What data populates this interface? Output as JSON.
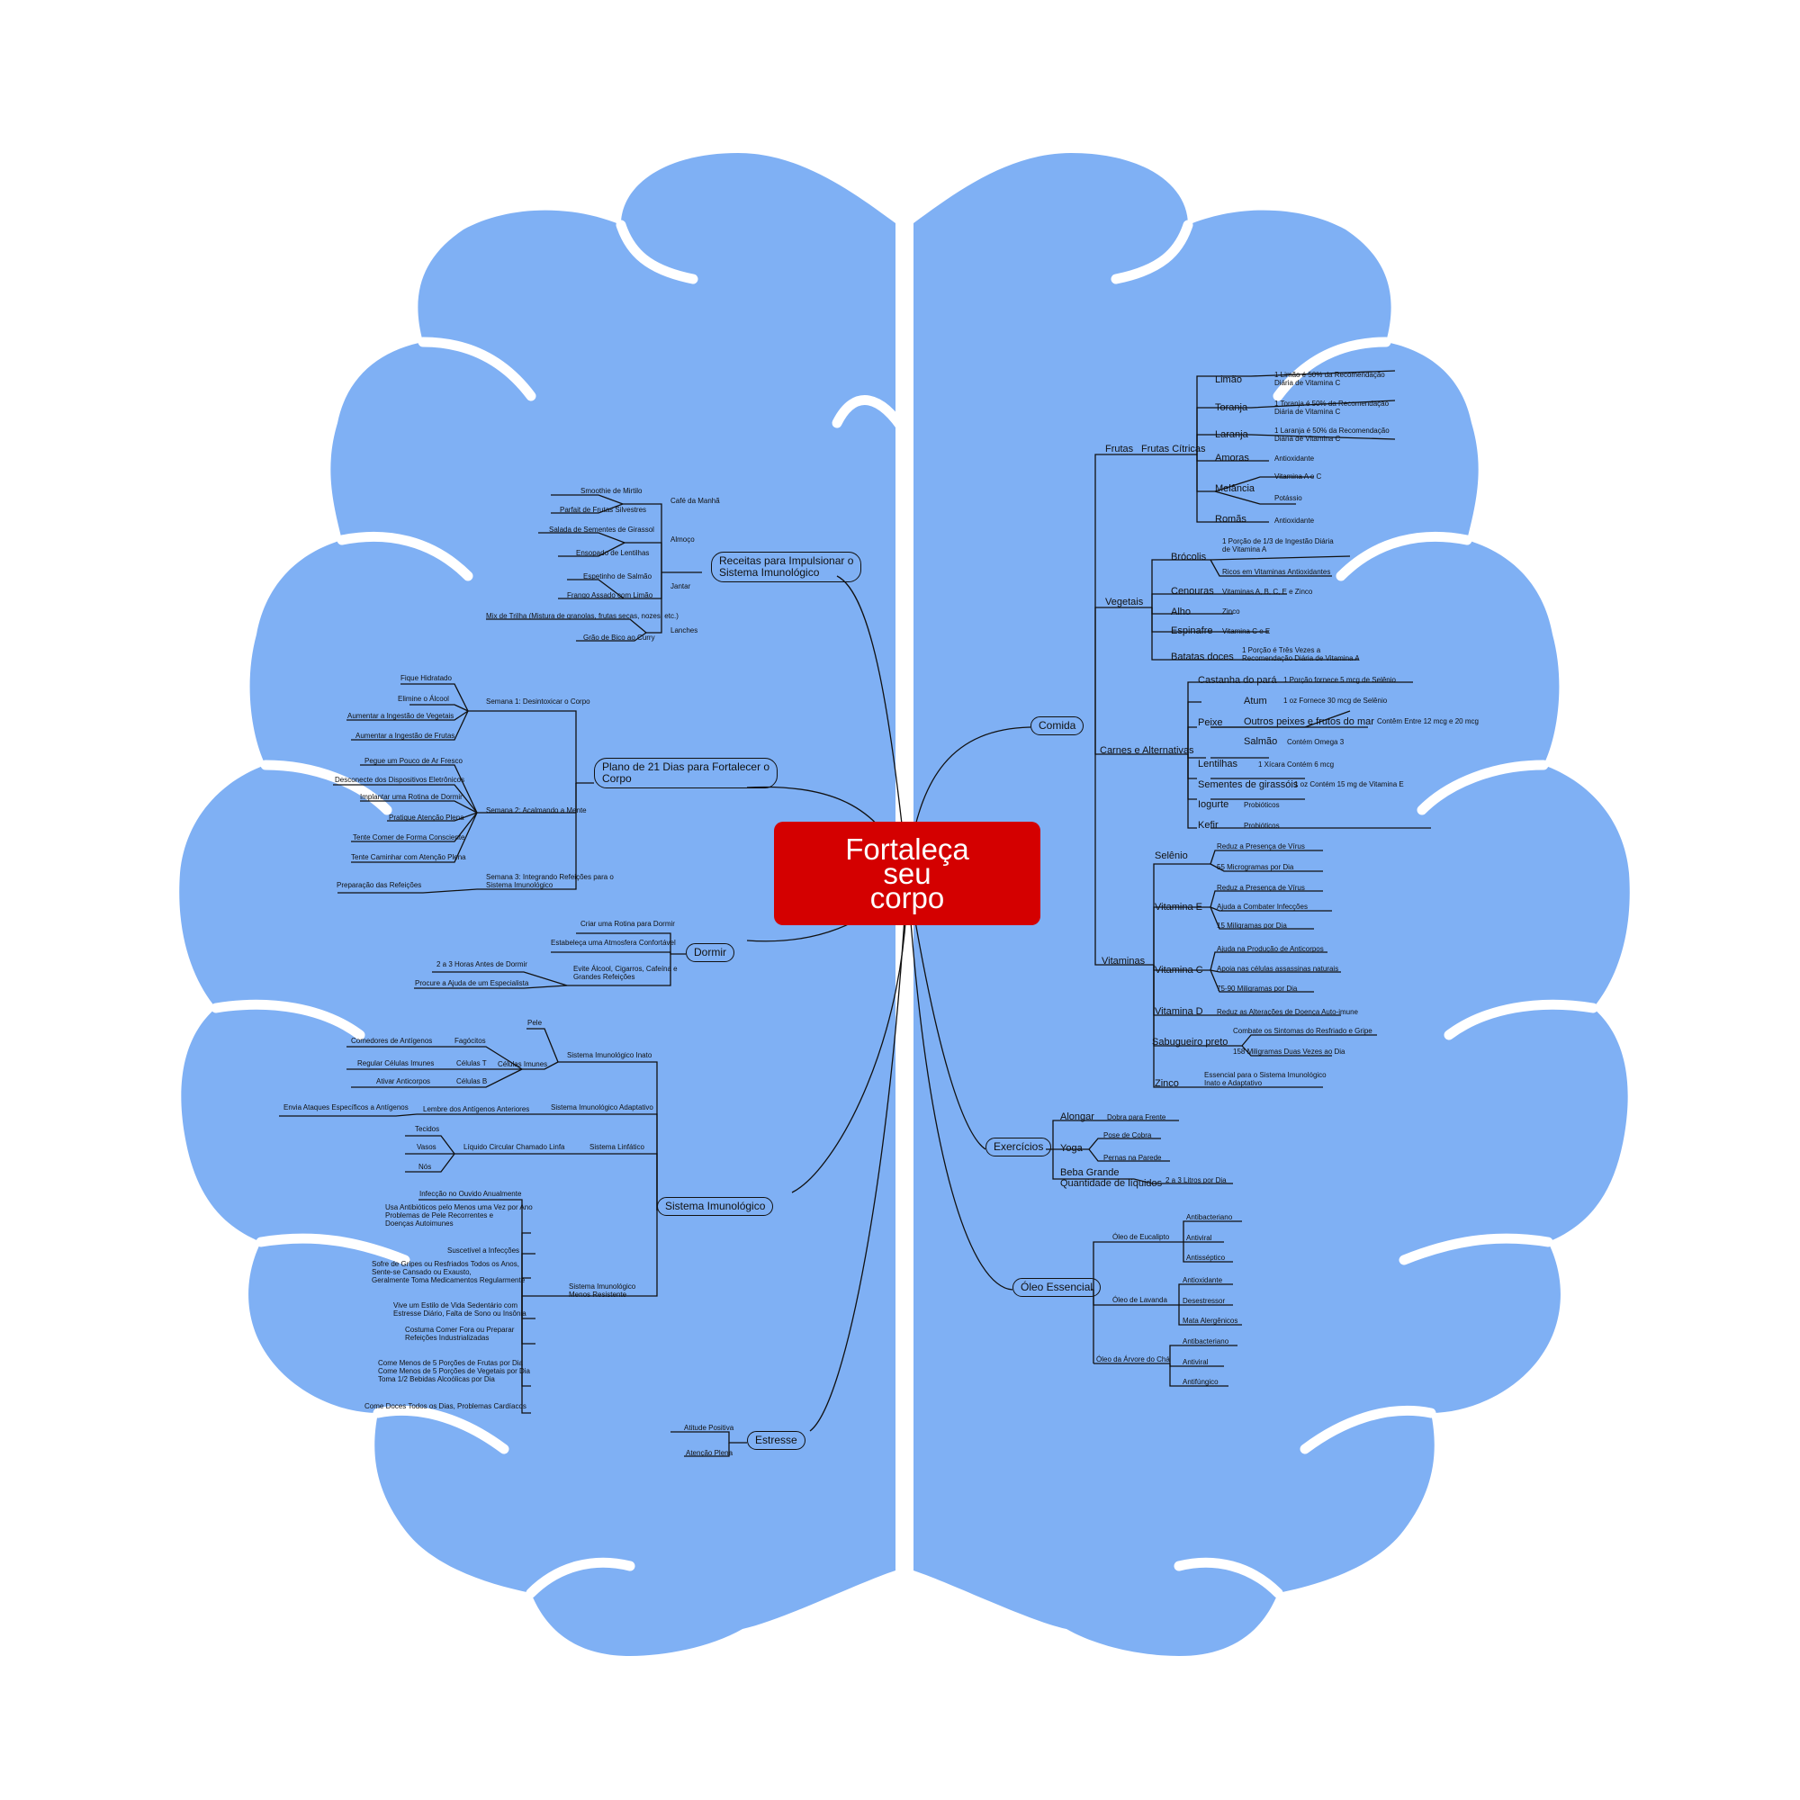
{
  "center": {
    "label": "Fortaleça\nseu\ncorpo"
  },
  "colors": {
    "brain": "#7fb0f4",
    "center": "#d40000",
    "line": "#111111",
    "groove": "#ffffff"
  },
  "topics": {
    "receitas": "Receitas para Impulsionar o\nSistema Imunológico",
    "plano": "Plano de 21 Dias para Fortalecer o\nCorpo",
    "dormir": "Dormir",
    "sistema": "Sistema Imunológico",
    "estresse": "Estresse",
    "comida": "Comida",
    "exercicios": "Exercícios",
    "oleo": "Óleo Essencial"
  },
  "receitas": {
    "cafe": "Café da Manhã",
    "cafe_1": "Smoothie de Mirtilo",
    "cafe_2": "Parfait de Frutas Silvestres",
    "almoco": "Almoço",
    "almoco_1": "Salada de Sementes de Girassol",
    "almoco_2": "Ensopado de Lentilhas",
    "jantar": "Jantar",
    "jantar_1": "Espetinho de Salmão",
    "jantar_2": "Frango Assado com Limão",
    "lanches": "Lanches",
    "lanches_1": "Mix de Trilha (Mistura de granolas, frutas secas, nozes, etc.)",
    "lanches_2": "Grão de Bico ao Curry"
  },
  "plano": {
    "s1": "Semana 1: Desintoxicar o Corpo",
    "s1_1": "Fique Hidratado",
    "s1_2": "Elimine o Álcool",
    "s1_3": "Aumentar a Ingestão de Vegetais",
    "s1_4": "Aumentar a Ingestão de Frutas",
    "s2": "Semana 2: Acalmando a Mente",
    "s2_1": "Pegue um Pouco de Ar Fresco",
    "s2_2": "Desconecte dos Dispositivos Eletrônicos",
    "s2_3": "Implantar uma Rotina de Dormir",
    "s2_4": "Pratique Atenção Plena",
    "s2_5": "Tente Comer de Forma Consciente",
    "s2_6": "Tente Caminhar com Atenção Plena",
    "s3": "Semana 3: Integrando Refeições para o\nSistema Imunológico",
    "s3_1": "Preparação das Refeições"
  },
  "dormir": {
    "d1": "Criar uma Rotina para Dormir",
    "d2": "Estabeleça uma Atmosfera Confortável",
    "d3": "Evite Álcool, Cigarros, Cafeína e\nGrandes Refeições",
    "d3_1": "2 a 3 Horas Antes de Dormir",
    "d3_2": "Procure a Ajuda de um Especialista"
  },
  "sistema": {
    "inato": "Sistema Imunológico Inato",
    "pele": "Pele",
    "celulas": "Células Imunes",
    "fagocitos": "Fagócitos",
    "fagocitos_1": "Comedores de Antígenos",
    "celt": "Células T",
    "celt_1": "Regular Células Imunes",
    "celb": "Células B",
    "celb_1": "Ativar Anticorpos",
    "adaptativo": "Sistema Imunológico Adaptativo",
    "adapt_1": "Lembre dos Antígenos Anteriores",
    "adapt_2": "Envia Ataques Específicos a Antígenos",
    "linfatico": "Sistema Linfático",
    "linf_1": "Líquido Circular Chamado Linfa",
    "linf_2": "Tecidos",
    "linf_3": "Vasos",
    "linf_4": "Nós",
    "menos": "Sistema Imunológico\nMenos Resistente",
    "m1": "Infecção no Ouvido Anualmente",
    "m2": "Usa Antibióticos pelo Menos uma Vez por Ano\nProblemas de Pele Recorrentes e\nDoenças Autoimunes",
    "m3": "Suscetível a Infecções",
    "m4": "Sofre de Gripes ou Resfriados Todos os Anos,\nSente-se Cansado ou Exausto,\nGeralmente Toma Medicamentos Regularmente",
    "m5": "Vive um Estilo de Vida Sedentário com\nEstresse Diário, Falta de Sono ou Insônia",
    "m6": "Costuma Comer Fora ou Preparar\nRefeições Industrializadas",
    "m7": "Come Menos de 5 Porções de Frutas por Dia\nCome Menos de 5 Porções de Vegetais por Dia\nToma 1/2 Bebidas Alcoólicas por Dia",
    "m8": "Come Doces Todos os Dias, Problemas Cardíacos"
  },
  "estresse": {
    "e1": "Atitude Positiva",
    "e2": "Atenção Plena"
  },
  "comida": {
    "frutas": "Frutas",
    "citricas": "Frutas Cítricas",
    "limao": "Limão",
    "limao_1": "1 Limão é 50% da Recomendação\nDiária de Vitamina C",
    "toranja": "Toranja",
    "toranja_1": "1 Toranja é 50% da Recomendação\nDiária de Vitamina C",
    "laranja": "Laranja",
    "laranja_1": "1 Laranja é 50% da Recomendação\nDiária de Vitamina C",
    "amoras": "Amoras",
    "amoras_1": "Antioxidante",
    "melancia": "Melância",
    "melancia_1": "Vitamina A e C",
    "melancia_2": "Potássio",
    "roma": "Romãs",
    "roma_1": "Antioxidante",
    "vegetais": "Vegetais",
    "brocolis": "Brócolis",
    "brocolis_1": "1 Porção de 1/3 de Ingestão Diária\nde Vitamina A",
    "brocolis_2": "Ricos em Vitaminas Antioxidantes",
    "cenouras": "Cenouras",
    "cenouras_1": "Vitaminas A, B, C, E e Zinco",
    "alho": "Alho",
    "alho_1": "Zinco",
    "espinafre": "Espinafre",
    "espinafre_1": "Vitamina C e E",
    "batatas": "Batatas doces",
    "batatas_1": "1 Porção é Três Vezes a\nRecomendação Diária de Vitamina A",
    "carnes": "Carnes e Alternativas",
    "castanha": "Castanha do pará",
    "castanha_1": "1 Porção fornece 5 mcg de Selênio",
    "peixe": "Peixe",
    "atum": "Atum",
    "atum_1": "1 oz Fornece 30 mcg de Selênio",
    "outros": "Outros peixes e frutos do mar",
    "outros_1": "Contêm Entre 12 mcg e 20 mcg",
    "salmao": "Salmão",
    "salmao_1": "Contém Omega 3",
    "lentilhas": "Lentilhas",
    "lentilhas_1": "1 Xícara Contém 6 mcg",
    "sementes": "Sementes de girassóis",
    "sementes_1": "1 oz Contém 15 mg de Vitamina E",
    "iogurte": "Iogurte",
    "iogurte_1": "Probióticos",
    "kefir": "Kefir",
    "kefir_1": "Probióticos",
    "vitaminas": "Vitaminas",
    "selenio": "Selênio",
    "selenio_1": "Reduz a Presença de Vírus",
    "selenio_2": "55 Microgramas por Dia",
    "vite": "Vitamina E",
    "vite_1": "Reduz a Presença de Vírus",
    "vite_2": "Ajuda a Combater Infecções",
    "vite_3": "15 Miligramas por Dia",
    "vitc": "Vitamina C",
    "vitc_1": "Ajuda na Produção de Anticorpos",
    "vitc_2": "Apoia nas células assassinas naturais",
    "vitc_3": "75-90 Miligramas por Dia",
    "vitd": "Vitamina D",
    "vitd_1": "Reduz as Alterações de Doença Auto-imune",
    "sabugueiro": "Sabugueiro preto",
    "sabugueiro_1": "Combate os Sintomas do Resfriado e Gripe",
    "sabugueiro_2": "158 Miligramas Duas Vezes ao Dia",
    "zinco": "Zinco",
    "zinco_1": "Essencial para o Sistema Imunológico\nInato e Adaptativo"
  },
  "exercicios": {
    "alongar": "Alongar",
    "alongar_1": "Dobra para Frente",
    "yoga": "Yoga",
    "yoga_1": "Pose de Cobra",
    "yoga_2": "Pernas na Parede",
    "beba": "Beba Grande\nQuantidade de líquidos",
    "beba_1": "2 a 3 Litros por Dia"
  },
  "oleo": {
    "eucalipto": "Óleo de Eucalipto",
    "eucalipto_1": "Antibacteriano",
    "eucalipto_2": "Antiviral",
    "eucalipto_3": "Antisséptico",
    "lavanda": "Óleo de Lavanda",
    "lavanda_1": "Antioxidante",
    "lavanda_2": "Desestressor",
    "lavanda_3": "Mata Alergênicos",
    "arvore": "Óleo da Árvore do Chá",
    "arvore_1": "Antibacteriano",
    "arvore_2": "Antiviral",
    "arvore_3": "Antifúngico"
  }
}
